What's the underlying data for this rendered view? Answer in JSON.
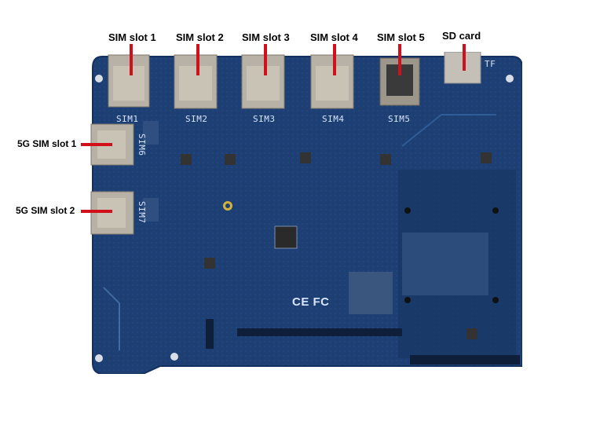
{
  "top_labels": [
    "SIM slot  1",
    "SIM slot 2",
    "SIM slot 3",
    "SIM slot 4",
    "SIM slot 5",
    "SD card"
  ],
  "side_labels": [
    "5G SIM slot 1",
    "5G SIM slot 2"
  ],
  "silkscreen": {
    "sim1": "SIM1",
    "sim2": "SIM2",
    "sim3": "SIM3",
    "sim4": "SIM4",
    "sim5": "SIM5",
    "sim6": "SIM6",
    "sim7": "SIM7",
    "tf": "TF",
    "cert": "CE FC"
  },
  "colors": {
    "board": "#1d3f73",
    "slot_metal": "#b8b2a6",
    "marker": "#d0101a"
  }
}
